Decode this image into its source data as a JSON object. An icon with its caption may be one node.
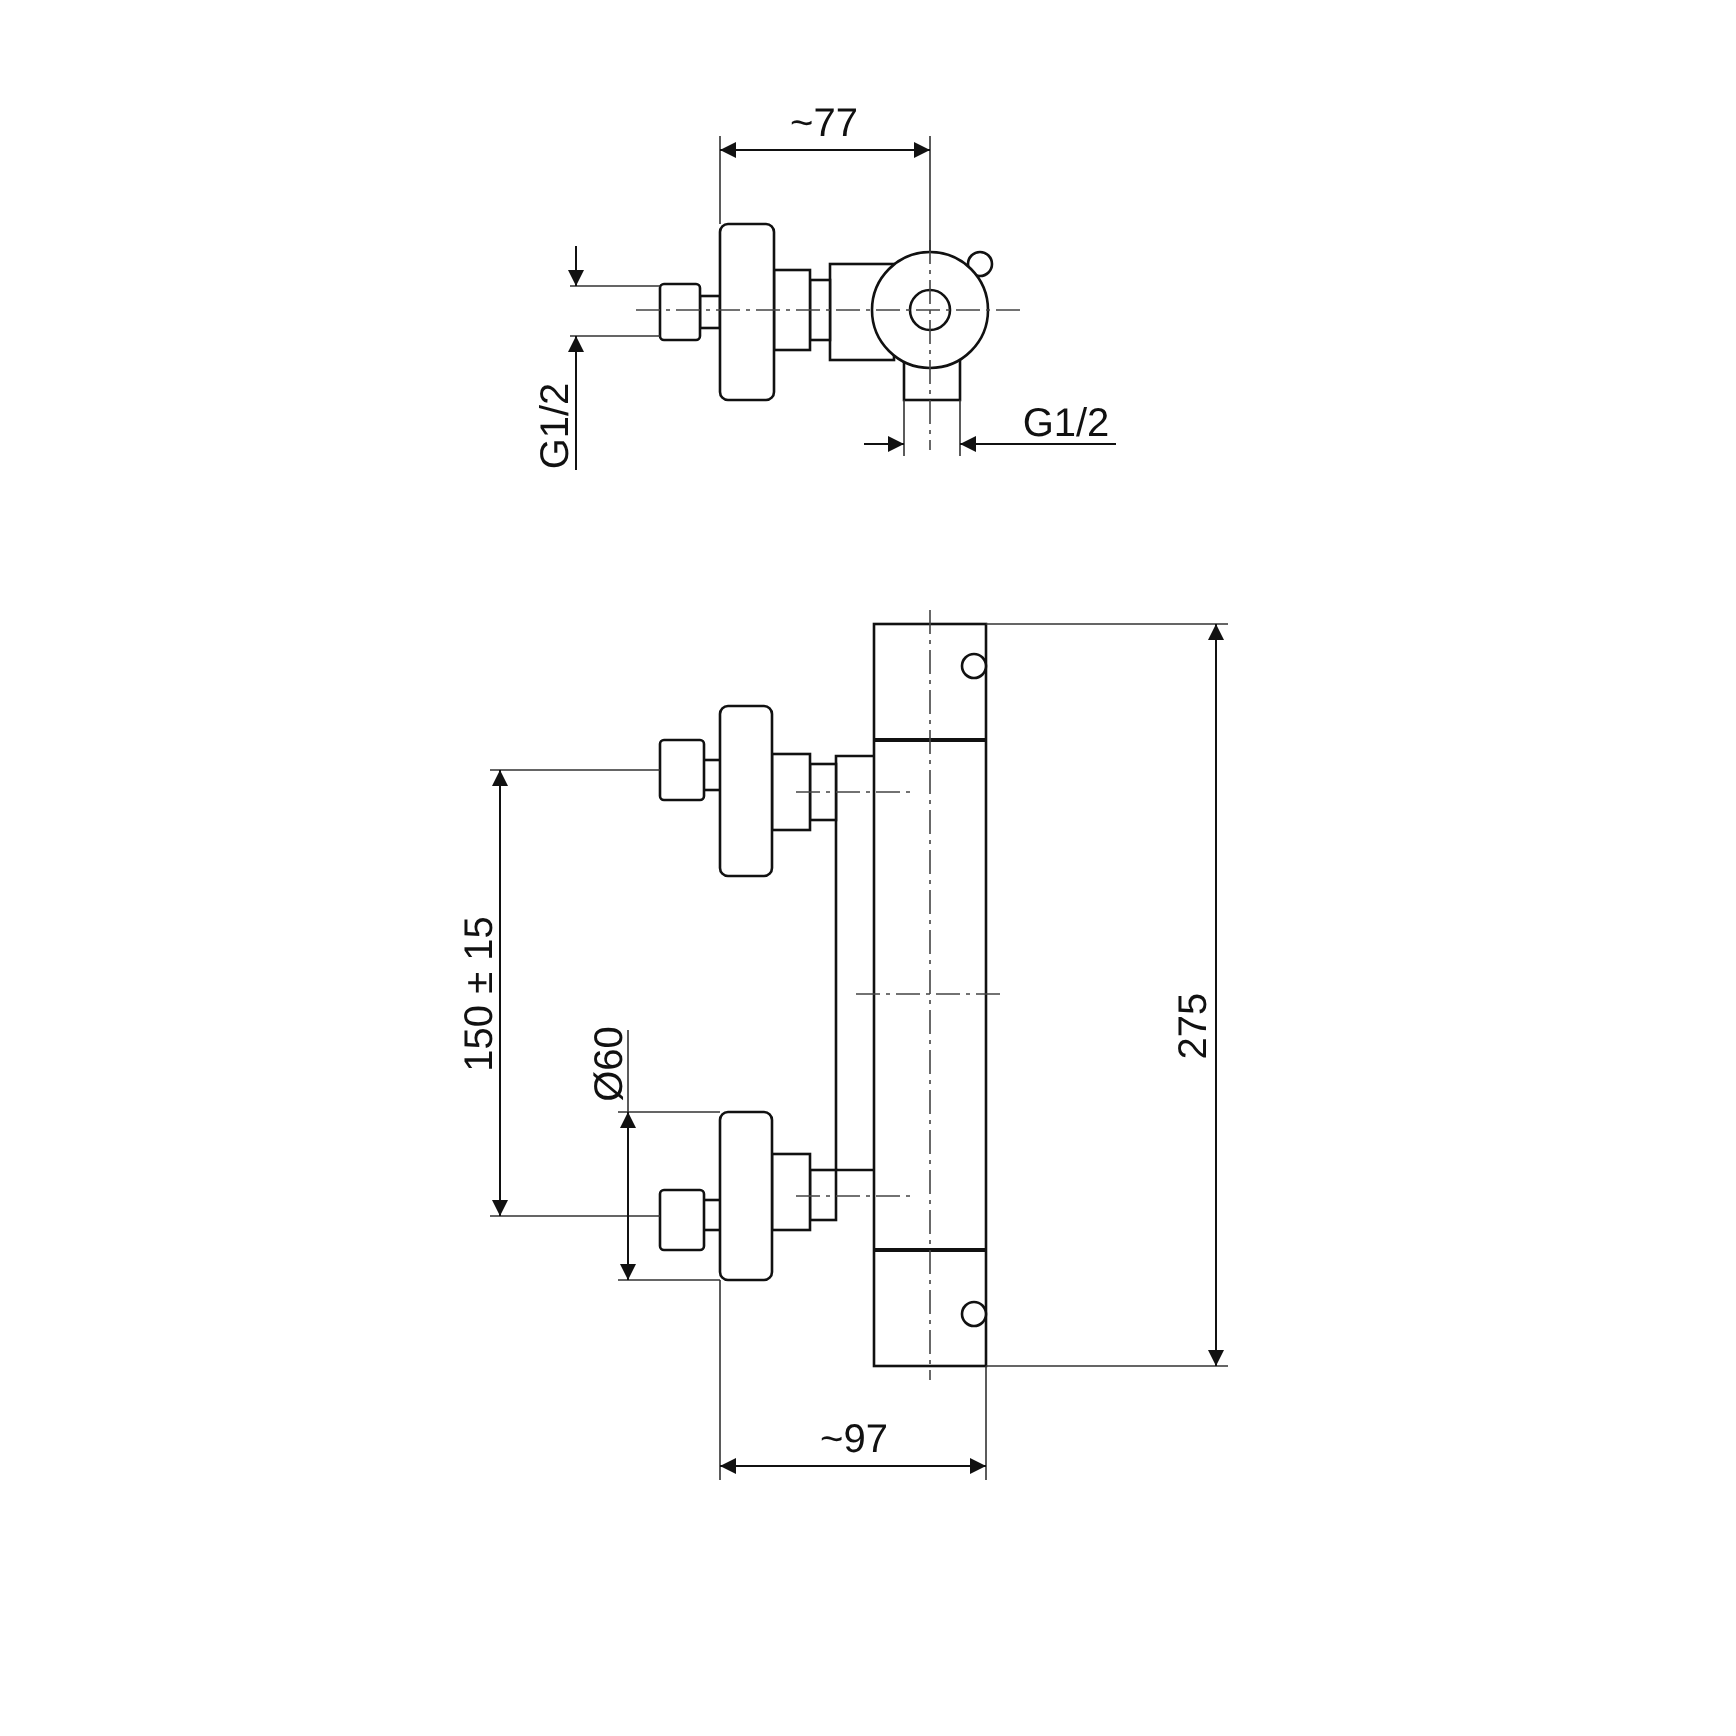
{
  "diagram": {
    "labels": [
      "~77",
      "G1/2",
      "G1/2",
      "150 ± 15",
      "Ø60",
      "275",
      "~97"
    ]
  }
}
